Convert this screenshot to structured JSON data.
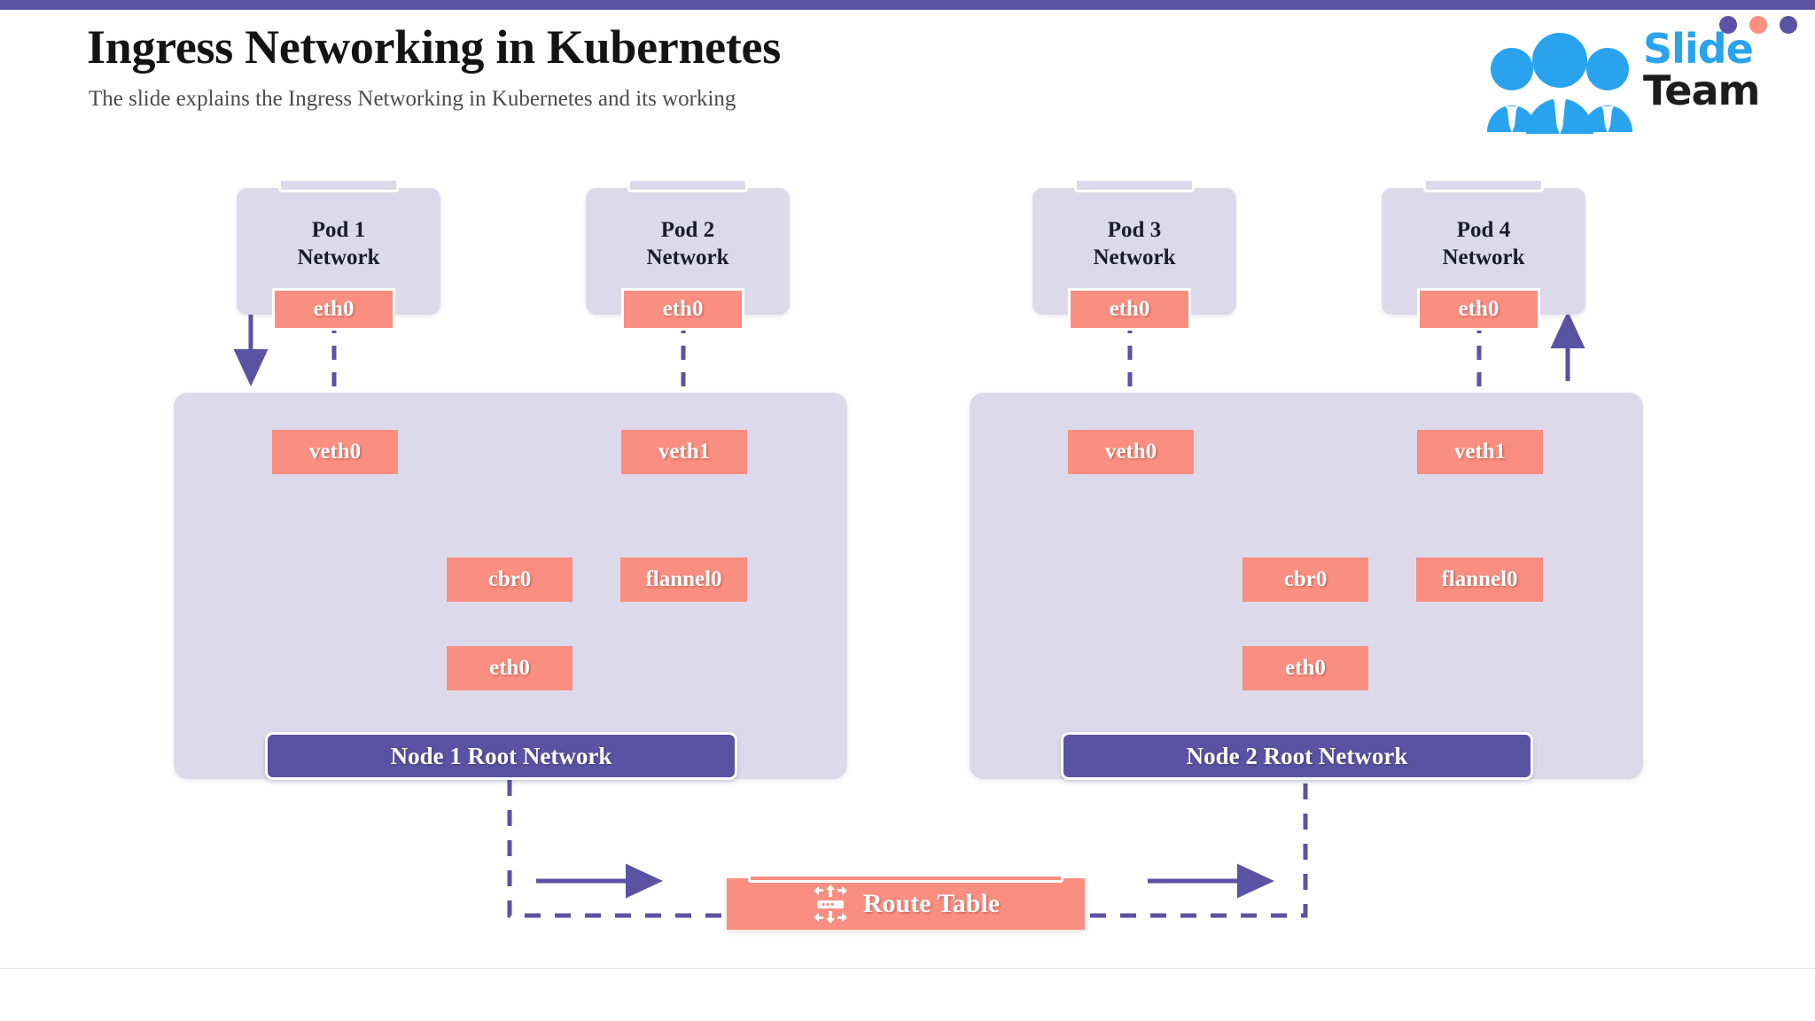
{
  "slide": {
    "title": "Ingress Networking in Kubernetes",
    "subtitle": "The slide explains the Ingress Networking in Kubernetes and its working",
    "accent_color": "#5b52a3",
    "chip_color": "#fa8e80",
    "panel_color": "#dcdaea"
  },
  "logo": {
    "brand_first": "Slide",
    "brand_second": "Team",
    "people_icon": "people-group-icon",
    "dot_colors": [
      "#5b52a3",
      "#fa8e80",
      "#5b52a3"
    ]
  },
  "pods": [
    {
      "id": "pod1",
      "label": "Pod 1\nNetwork",
      "interface": "eth0"
    },
    {
      "id": "pod2",
      "label": "Pod 2\nNetwork",
      "interface": "eth0"
    },
    {
      "id": "pod3",
      "label": "Pod 3\nNetwork",
      "interface": "eth0"
    },
    {
      "id": "pod4",
      "label": "Pod 4\nNetwork",
      "interface": "eth0"
    }
  ],
  "nodes": [
    {
      "id": "node1",
      "label": "Node 1 Root Network",
      "interfaces": {
        "veth_left": "veth0",
        "veth_right": "veth1",
        "bridge": "cbr0",
        "overlay": "flannel0",
        "physical": "eth0"
      }
    },
    {
      "id": "node2",
      "label": "Node 2 Root Network",
      "interfaces": {
        "veth_left": "veth0",
        "veth_right": "veth1",
        "bridge": "cbr0",
        "overlay": "flannel0",
        "physical": "eth0"
      }
    }
  ],
  "route_table": {
    "label": "Route Table",
    "icon": "router-arrows-icon"
  },
  "chart_data": {
    "type": "diagram",
    "title": "Ingress Networking in Kubernetes",
    "nodes": [
      "Pod 1 Network",
      "Pod 2 Network",
      "Pod 3 Network",
      "Pod 4 Network",
      "Node 1 Root Network",
      "Node 2 Root Network",
      "Route Table",
      "eth0",
      "veth0",
      "veth1",
      "cbr0",
      "flannel0"
    ],
    "edges": [
      {
        "from": "Pod 1 eth0",
        "to": "Node 1 veth0",
        "style": "dashed"
      },
      {
        "from": "Pod 2 eth0",
        "to": "Node 1 veth1",
        "style": "dashed"
      },
      {
        "from": "Node 1 veth0",
        "to": "Node 1 cbr0",
        "style": "solid-arrow"
      },
      {
        "from": "Node 1 veth0",
        "to": "Node 1 cbr0",
        "style": "dashed"
      },
      {
        "from": "Node 1 veth1",
        "to": "Node 1 cbr0",
        "style": "dashed"
      },
      {
        "from": "Node 1 cbr0",
        "to": "Node 1 flannel0",
        "style": "solid-arrow"
      },
      {
        "from": "Node 1 flannel0",
        "to": "Node 1 eth0",
        "style": "solid-arrow"
      },
      {
        "from": "Node 1 Root Network",
        "to": "Route Table",
        "style": "dashed"
      },
      {
        "from": "Route Table",
        "to": "Node 2 Root Network",
        "style": "dashed"
      },
      {
        "from": "Node 2 eth0",
        "to": "Node 2 flannel0",
        "style": "solid-arrow"
      },
      {
        "from": "Node 2 flannel0",
        "to": "Node 2 cbr0",
        "style": "solid-arrow"
      },
      {
        "from": "Node 2 cbr0",
        "to": "Node 2 veth1",
        "style": "solid-arrow"
      },
      {
        "from": "Node 2 cbr0",
        "to": "Node 2 veth0",
        "style": "dashed"
      },
      {
        "from": "Node 2 cbr0",
        "to": "Node 2 veth1",
        "style": "dashed"
      },
      {
        "from": "Node 2 veth0",
        "to": "Pod 3 eth0",
        "style": "dashed"
      },
      {
        "from": "Node 2 veth1",
        "to": "Pod 4 eth0",
        "style": "dashed"
      },
      {
        "from": "Pod 1 Network",
        "to": "down",
        "style": "solid-arrow"
      },
      {
        "from": "up",
        "to": "Pod 4 Network",
        "style": "solid-arrow"
      }
    ]
  }
}
